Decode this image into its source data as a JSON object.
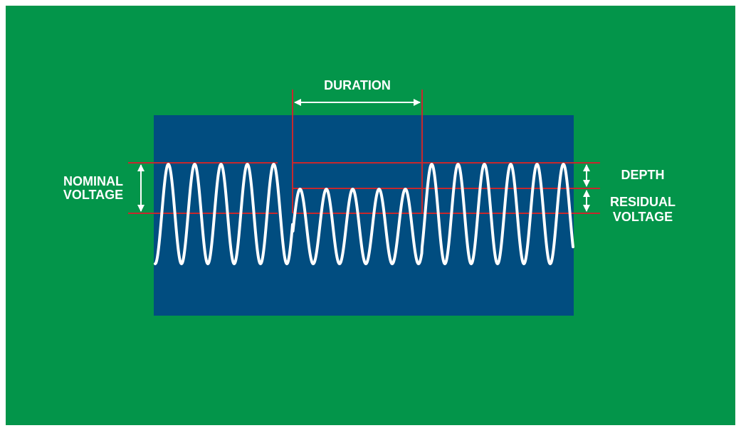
{
  "diagram": {
    "labels": {
      "duration": "DURATION",
      "nominal_line1": "NOMINAL",
      "nominal_line2": "VOLTAGE",
      "depth": "DEPTH",
      "residual_line1": "RESIDUAL",
      "residual_line2": "VOLTAGE"
    },
    "colors": {
      "background": "#03954a",
      "panel": "#014d80",
      "waveform": "#ffffff",
      "reference_lines": "#c8282d",
      "arrows": "#ffffff",
      "text": "#ffffff"
    }
  }
}
